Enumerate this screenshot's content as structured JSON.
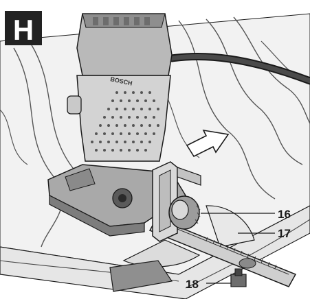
{
  "figure": {
    "panel_letter": "H",
    "brand_text": "BOSCH",
    "callouts": [
      {
        "number": "16",
        "part": "guide-knob"
      },
      {
        "number": "17",
        "part": "angle-guide"
      },
      {
        "number": "18",
        "part": "guide-clamp"
      }
    ],
    "colors": {
      "ink": "#1a1a1a",
      "router_body": "#b9b9b9",
      "router_grip": "#d3d3d3",
      "table": "#e6e6e6",
      "motion_arrow": "#ffffff",
      "panel_bg": "#222222"
    },
    "icons": [
      "motion-arrow-icon"
    ]
  }
}
